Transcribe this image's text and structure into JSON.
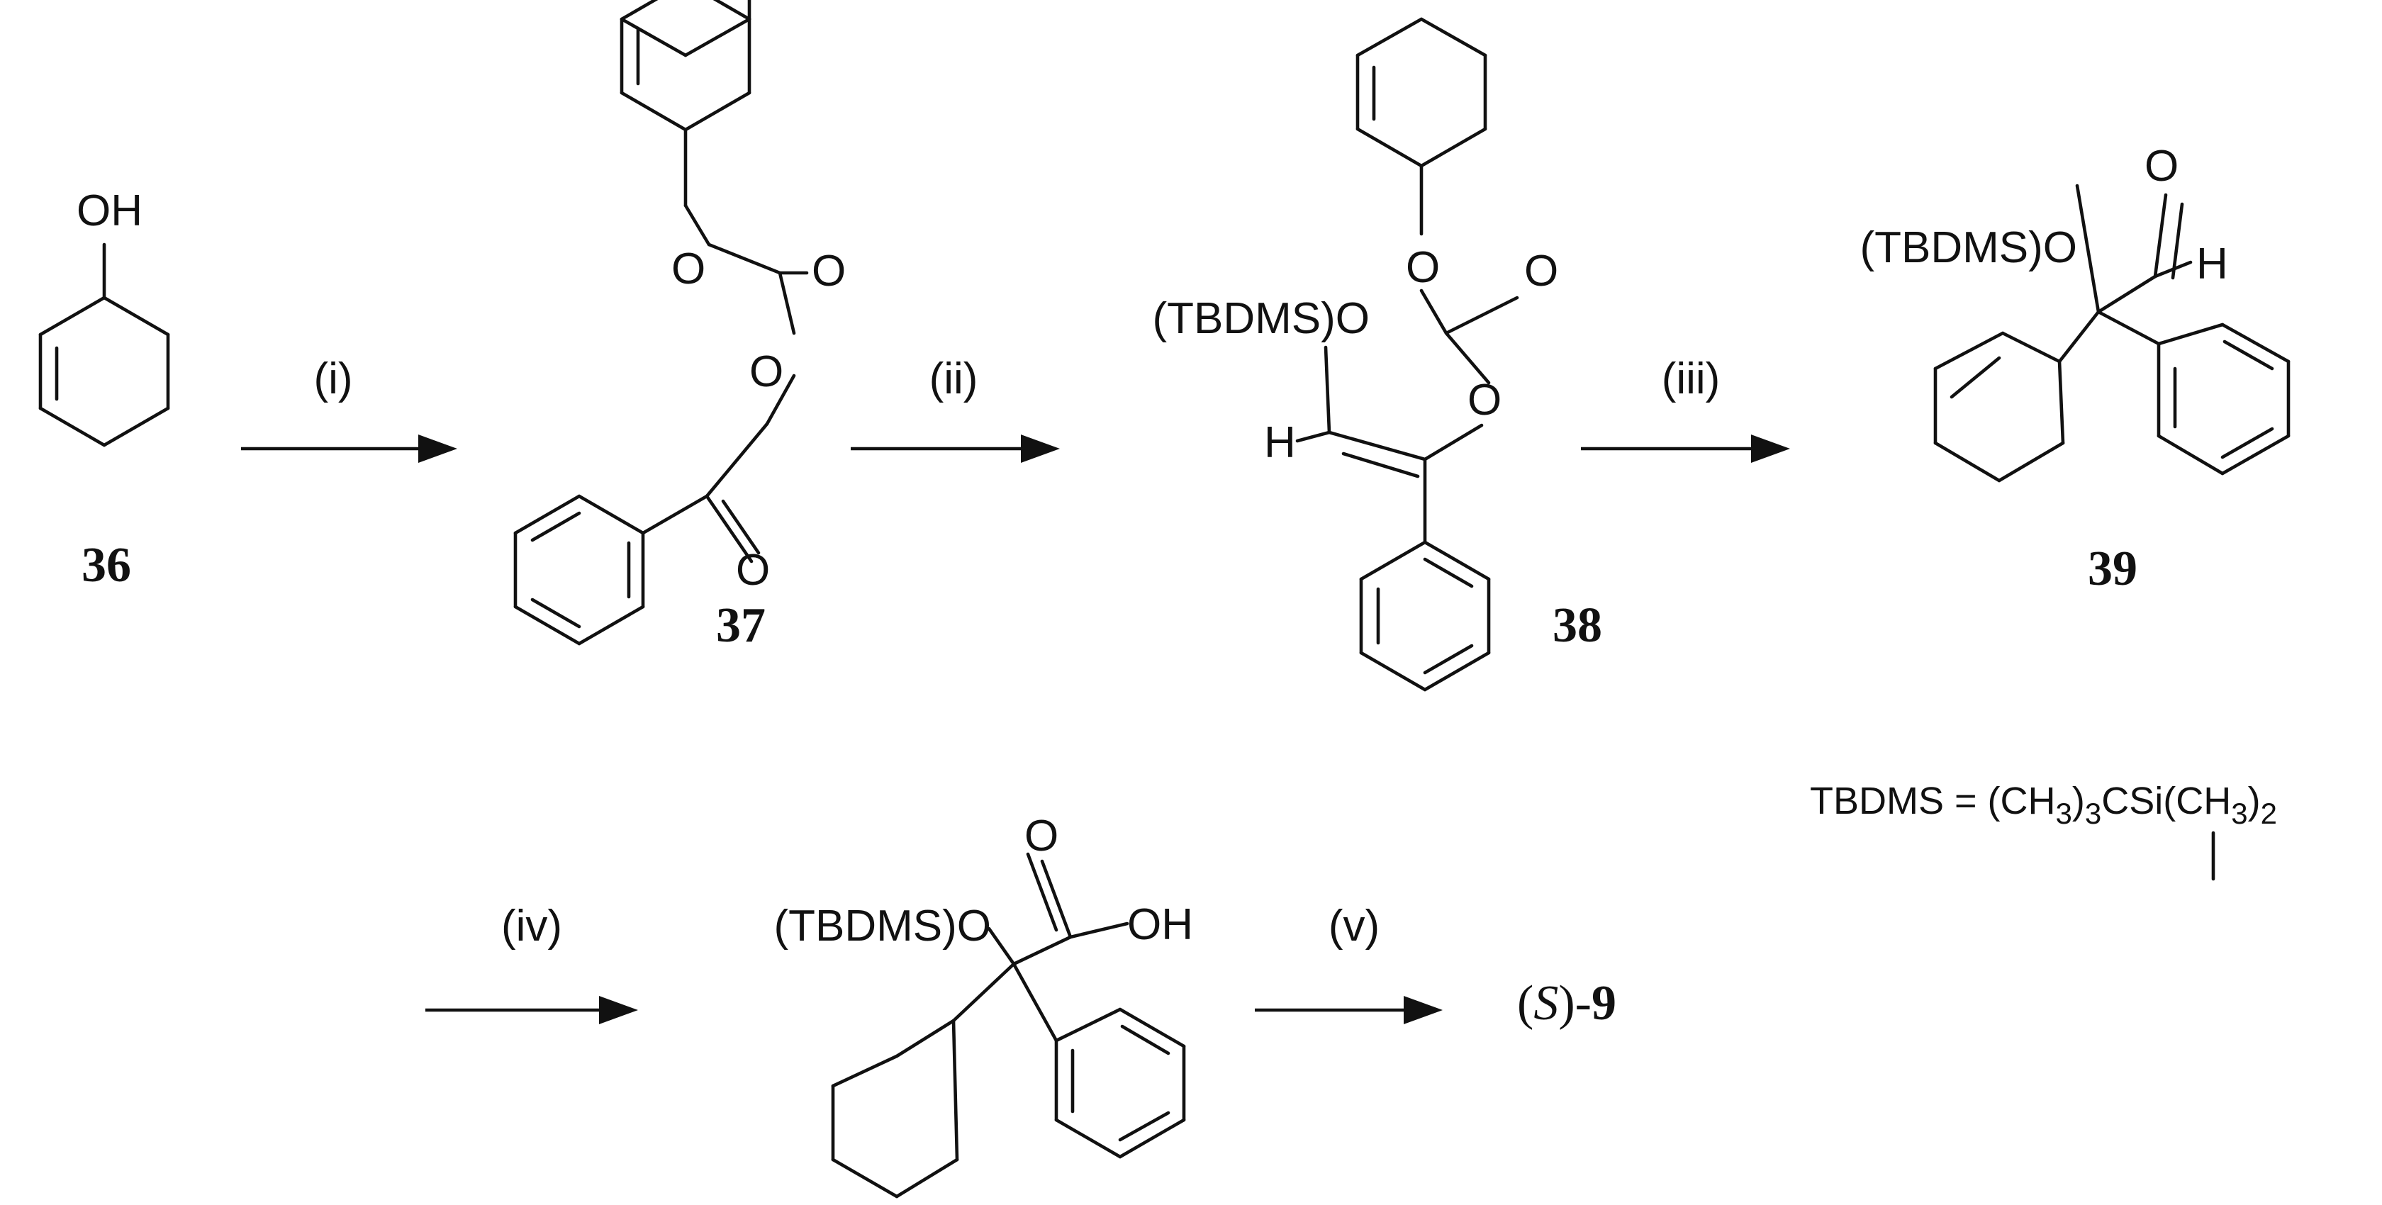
{
  "compounds": {
    "c36": {
      "label": "36",
      "atoms": {
        "oh": "OH"
      }
    },
    "c37": {
      "label": "37",
      "atoms": {
        "o1": "O",
        "o2": "O",
        "o3": "O",
        "o4": "O"
      }
    },
    "c38": {
      "label": "38",
      "atoms": {
        "otbdms": "(TBDMS)O",
        "o1": "O",
        "o2": "O",
        "o3": "O",
        "h": "H"
      }
    },
    "c39": {
      "label": "39",
      "atoms": {
        "otbdms": "(TBDMS)O",
        "o": "O",
        "h": "H"
      }
    },
    "acid": {
      "atoms": {
        "otbdms": "(TBDMS)O",
        "o": "O",
        "oh": "OH"
      }
    }
  },
  "conditions": [
    "(i)",
    "(ii)",
    "(iii)",
    "(iv)",
    "(v)"
  ],
  "product": {
    "stereo": "S",
    "open": "(",
    "close": ")-",
    "number": "9"
  },
  "tbdms_definition": {
    "lhs": "TBDMS = (CH",
    "sub1": "3",
    "mid1": ")",
    "sub2": "3",
    "mid2": "CSi(CH",
    "sub3": "3",
    "mid3": ")",
    "sub4": "2"
  }
}
